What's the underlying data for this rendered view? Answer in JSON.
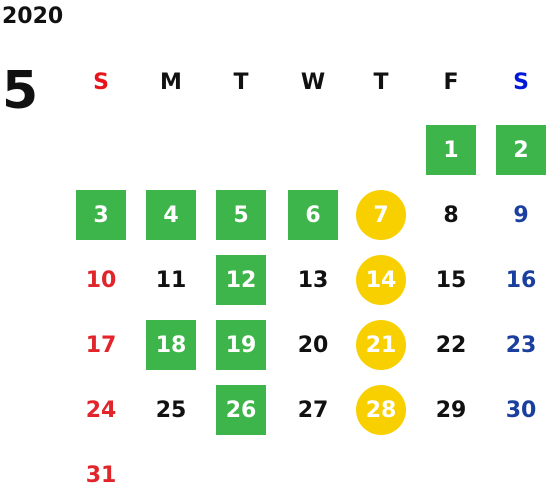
{
  "calendar": {
    "year": "2020",
    "month": "5",
    "weekdays": [
      "S",
      "M",
      "T",
      "W",
      "T",
      "F",
      "S"
    ],
    "first_weekday_index": 5,
    "days_in_month": 31,
    "green_days": [
      1,
      2,
      3,
      4,
      5,
      6,
      12,
      18,
      19,
      26
    ],
    "yellow_days": [
      7,
      14,
      21,
      28
    ],
    "colors": {
      "green": "#3db54a",
      "yellow": "#f8d000",
      "sunday": "#e0252b",
      "saturday": "#1b3f9e",
      "default": "#111111"
    }
  }
}
